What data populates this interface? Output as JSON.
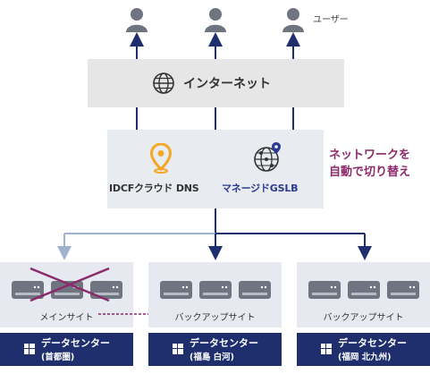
{
  "users": {
    "label": "ユーザー",
    "count": 3
  },
  "internet": {
    "label": "インターネット"
  },
  "dns": {
    "left_label": "IDCFクラウド DNS",
    "right_label": "マネージドGSLB"
  },
  "switch_note": {
    "line1": "ネットワークを",
    "line2": "自動で切り替え"
  },
  "sites": [
    {
      "status": "メインサイト",
      "dc_name": "データセンター",
      "dc_location": "(首都圏)",
      "failed": true
    },
    {
      "status": "バックアップサイト",
      "dc_name": "データセンター",
      "dc_location": "(福島 白河)",
      "failed": false
    },
    {
      "status": "バックアップサイト",
      "dc_name": "データセンター",
      "dc_location": "(福岡 北九州)",
      "failed": false
    }
  ],
  "colors": {
    "arrow": "#1f2f6e",
    "inactive_arrow": "#9fb3cf",
    "failed_cross": "#8b2a6a",
    "accent_text": "#8b2a6a",
    "gslb_text": "#2b3a8f",
    "pin": "#f5a623",
    "server": "#6e7480"
  }
}
